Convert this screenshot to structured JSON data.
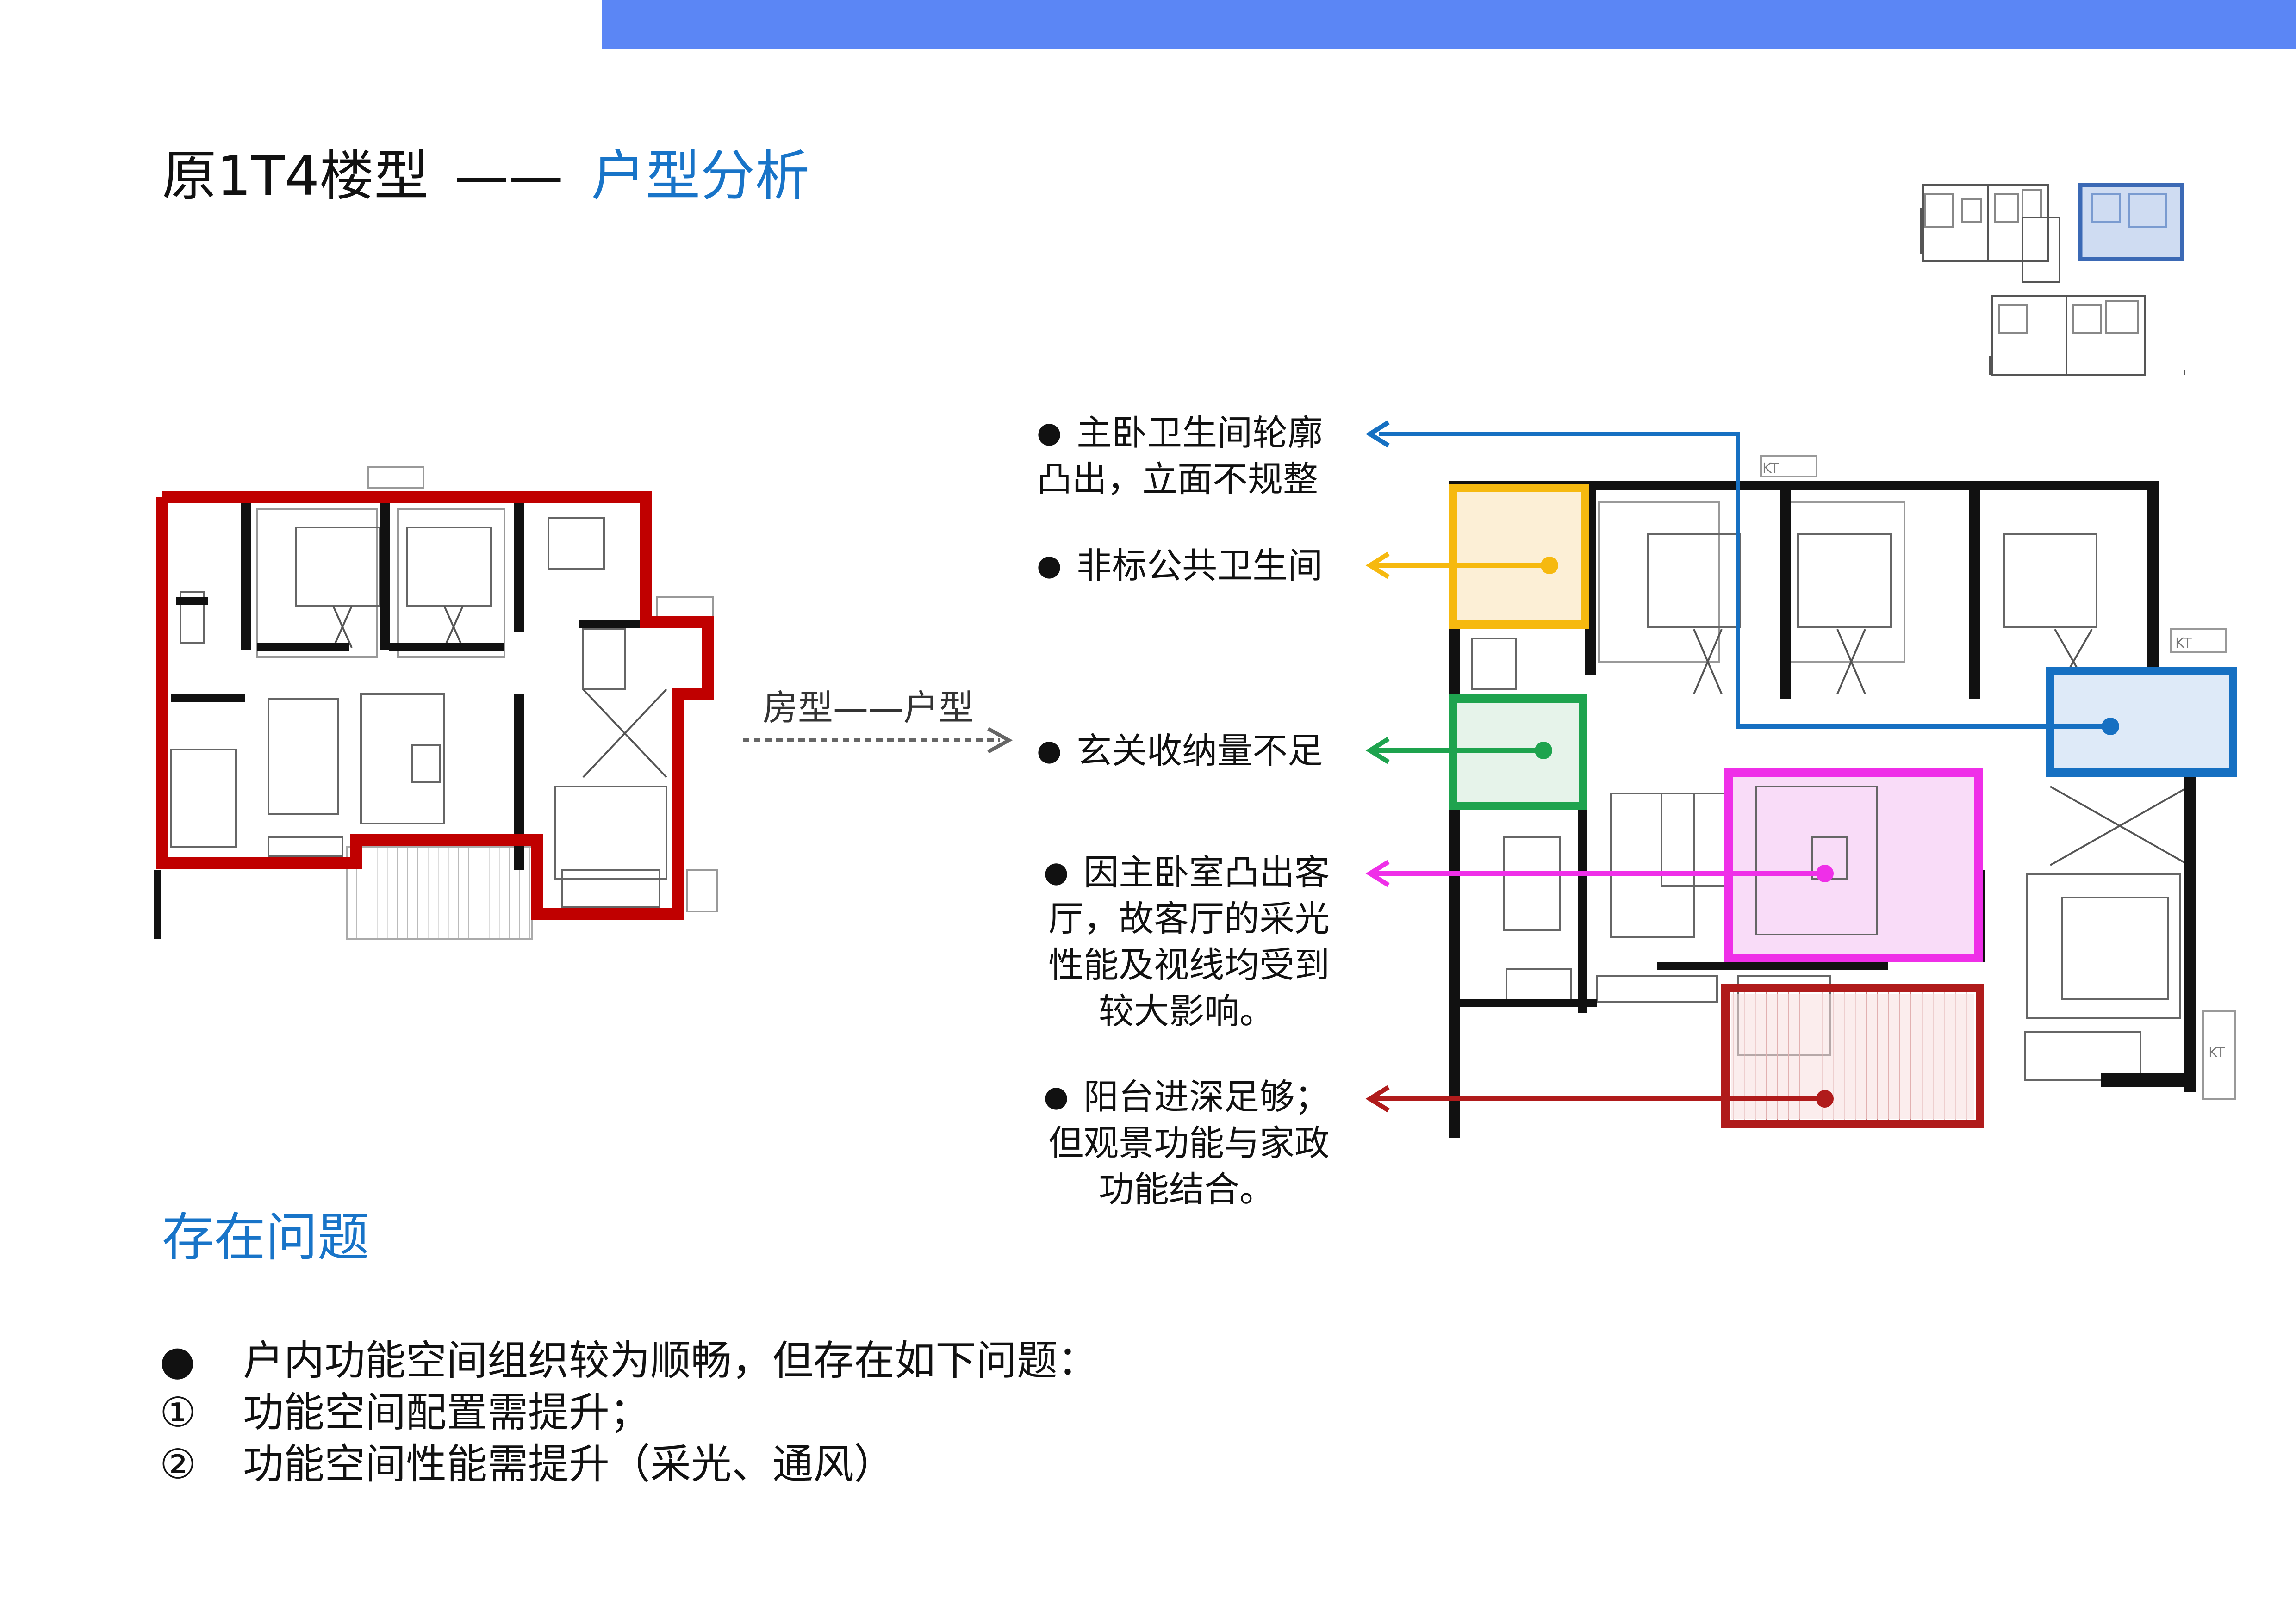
{
  "colors": {
    "top_bar": "#5b86f5",
    "title_blue": "#1874c8",
    "red": "#c00000",
    "yellow": "#f6b90f",
    "green": "#1ea34e",
    "blue": "#1670c2",
    "magenta": "#ef2fe8",
    "dark_red": "#b01b1b"
  },
  "header": {
    "title_main": "原1T4楼型",
    "title_separator": "——",
    "title_highlight": "户型分析"
  },
  "flow_label": "房型——户型",
  "annotations": [
    {
      "lines": [
        "主卧卫生间轮廓",
        "凸出，立面不规整"
      ],
      "color": "blue"
    },
    {
      "lines": [
        "非标公共卫生间"
      ],
      "color": "yellow"
    },
    {
      "lines": [
        "玄关收纳量不足"
      ],
      "color": "green"
    },
    {
      "lines": [
        "因主卧室凸出客",
        "厅，故客厅的采光",
        "性能及视线均受到",
        "较大影响。"
      ],
      "color": "magenta"
    },
    {
      "lines": [
        "阳台进深足够；",
        "但观景功能与家政",
        "功能结合。"
      ],
      "color": "dark_red"
    }
  ],
  "icons": {
    "bullet": "●",
    "arrow": "arrow-left-icon"
  },
  "plan_labels": {
    "ac": "KT"
  },
  "issues": {
    "title": "存在问题",
    "items": [
      {
        "marker": "●",
        "text": "户内功能空间组织较为顺畅，但存在如下问题："
      },
      {
        "marker": "①",
        "text": "功能空间配置需提升；"
      },
      {
        "marker": "②",
        "text": "功能空间性能需提升（采光、通风）"
      }
    ]
  }
}
